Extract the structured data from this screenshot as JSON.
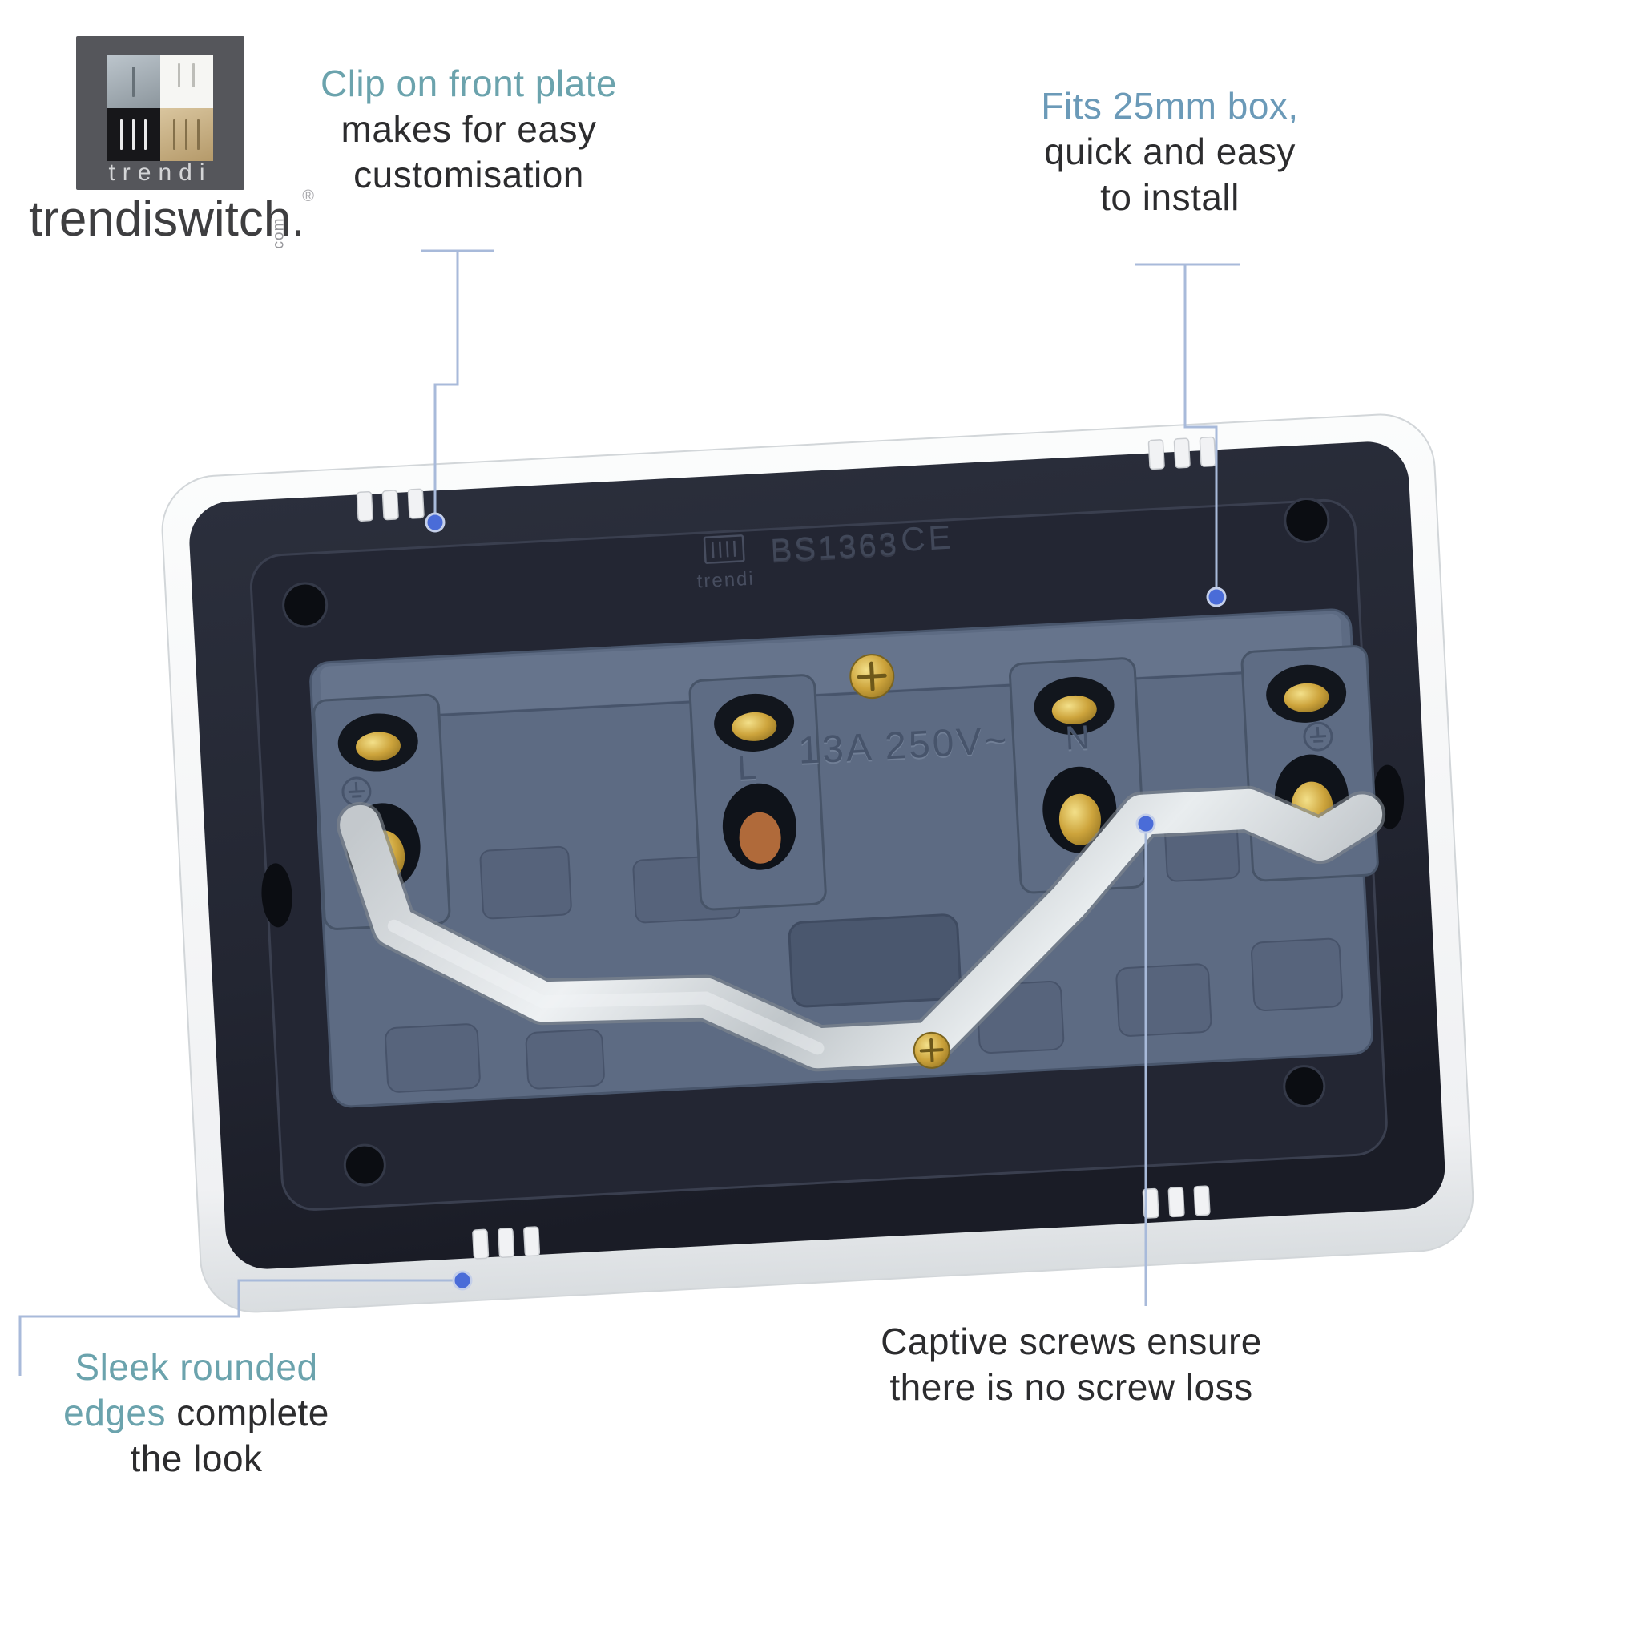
{
  "logo": {
    "brand": "trendi",
    "site_name": "trendiswitch",
    "site_dot": ".",
    "site_tld": "com",
    "registered": "®"
  },
  "annotations": {
    "clip": {
      "highlight": "Clip on front plate",
      "line2": "makes for easy",
      "line3": "customisation"
    },
    "fits": {
      "highlight": "Fits 25mm box,",
      "line2": "quick and easy",
      "line3": "to install"
    },
    "sleek": {
      "highlight": "Sleek rounded",
      "highlight2": "edges",
      "rest2": " complete",
      "line3": "the look"
    },
    "captive": {
      "line1": "Captive screws ensure",
      "line2": "there is no screw loss"
    }
  },
  "product_markings": {
    "standard": "BS1363",
    "ce_mark": "CE",
    "brand": "trendi",
    "rating": "13A 250V~",
    "live": "L",
    "neutral": "N"
  },
  "icons": {
    "earth": "earth-symbol-icon",
    "leader_dot": "leader-dot"
  },
  "colors": {
    "accent_teal": "#6ba3ad",
    "accent_blue": "#6b9ab8",
    "leader_line": "#a8bada",
    "leader_dot": "#4a6cd8",
    "plate_navy": "#262a36",
    "module_grey": "#5e6c84",
    "brass": "#c9a43c",
    "steel_strap": "#d6dadd",
    "text_dark": "#2c2c2e",
    "background": "#ffffff"
  }
}
